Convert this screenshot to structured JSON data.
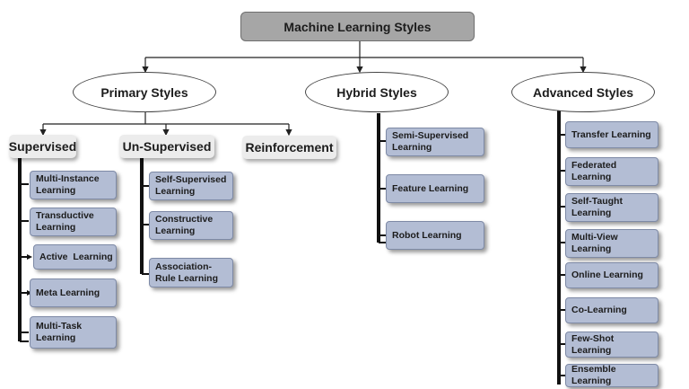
{
  "title": "Machine Learning Styles",
  "groups": {
    "primary": {
      "label": "Primary Styles",
      "supervised": {
        "label": "Supervised",
        "items": [
          "Multi-Instance Learning",
          "Transductive Learning",
          "Active  Learning",
          "Meta Learning",
          "Multi-Task Learning"
        ]
      },
      "unsupervised": {
        "label": "Un-Supervised",
        "items": [
          "Self-Supervised Learning",
          "Constructive Learning",
          "Association-Rule Learning"
        ]
      },
      "reinforcement": {
        "label": "Reinforcement"
      }
    },
    "hybrid": {
      "label": "Hybrid Styles",
      "items": [
        "Semi-Supervised Learning",
        "Feature Learning",
        "Robot Learning"
      ]
    },
    "advanced": {
      "label": "Advanced Styles",
      "items": [
        "Transfer Learning",
        "Federated Learning",
        "Self-Taught Learning",
        "Multi-View Learning",
        "Online Learning",
        "Co-Learning",
        "Few-Shot Learning",
        "Ensemble Learning"
      ]
    }
  },
  "colors": {
    "root_fill": "#a6a6a6",
    "leaf_fill": "#b3bdd4",
    "category_fill": "#ececec",
    "connector": "#111111"
  }
}
